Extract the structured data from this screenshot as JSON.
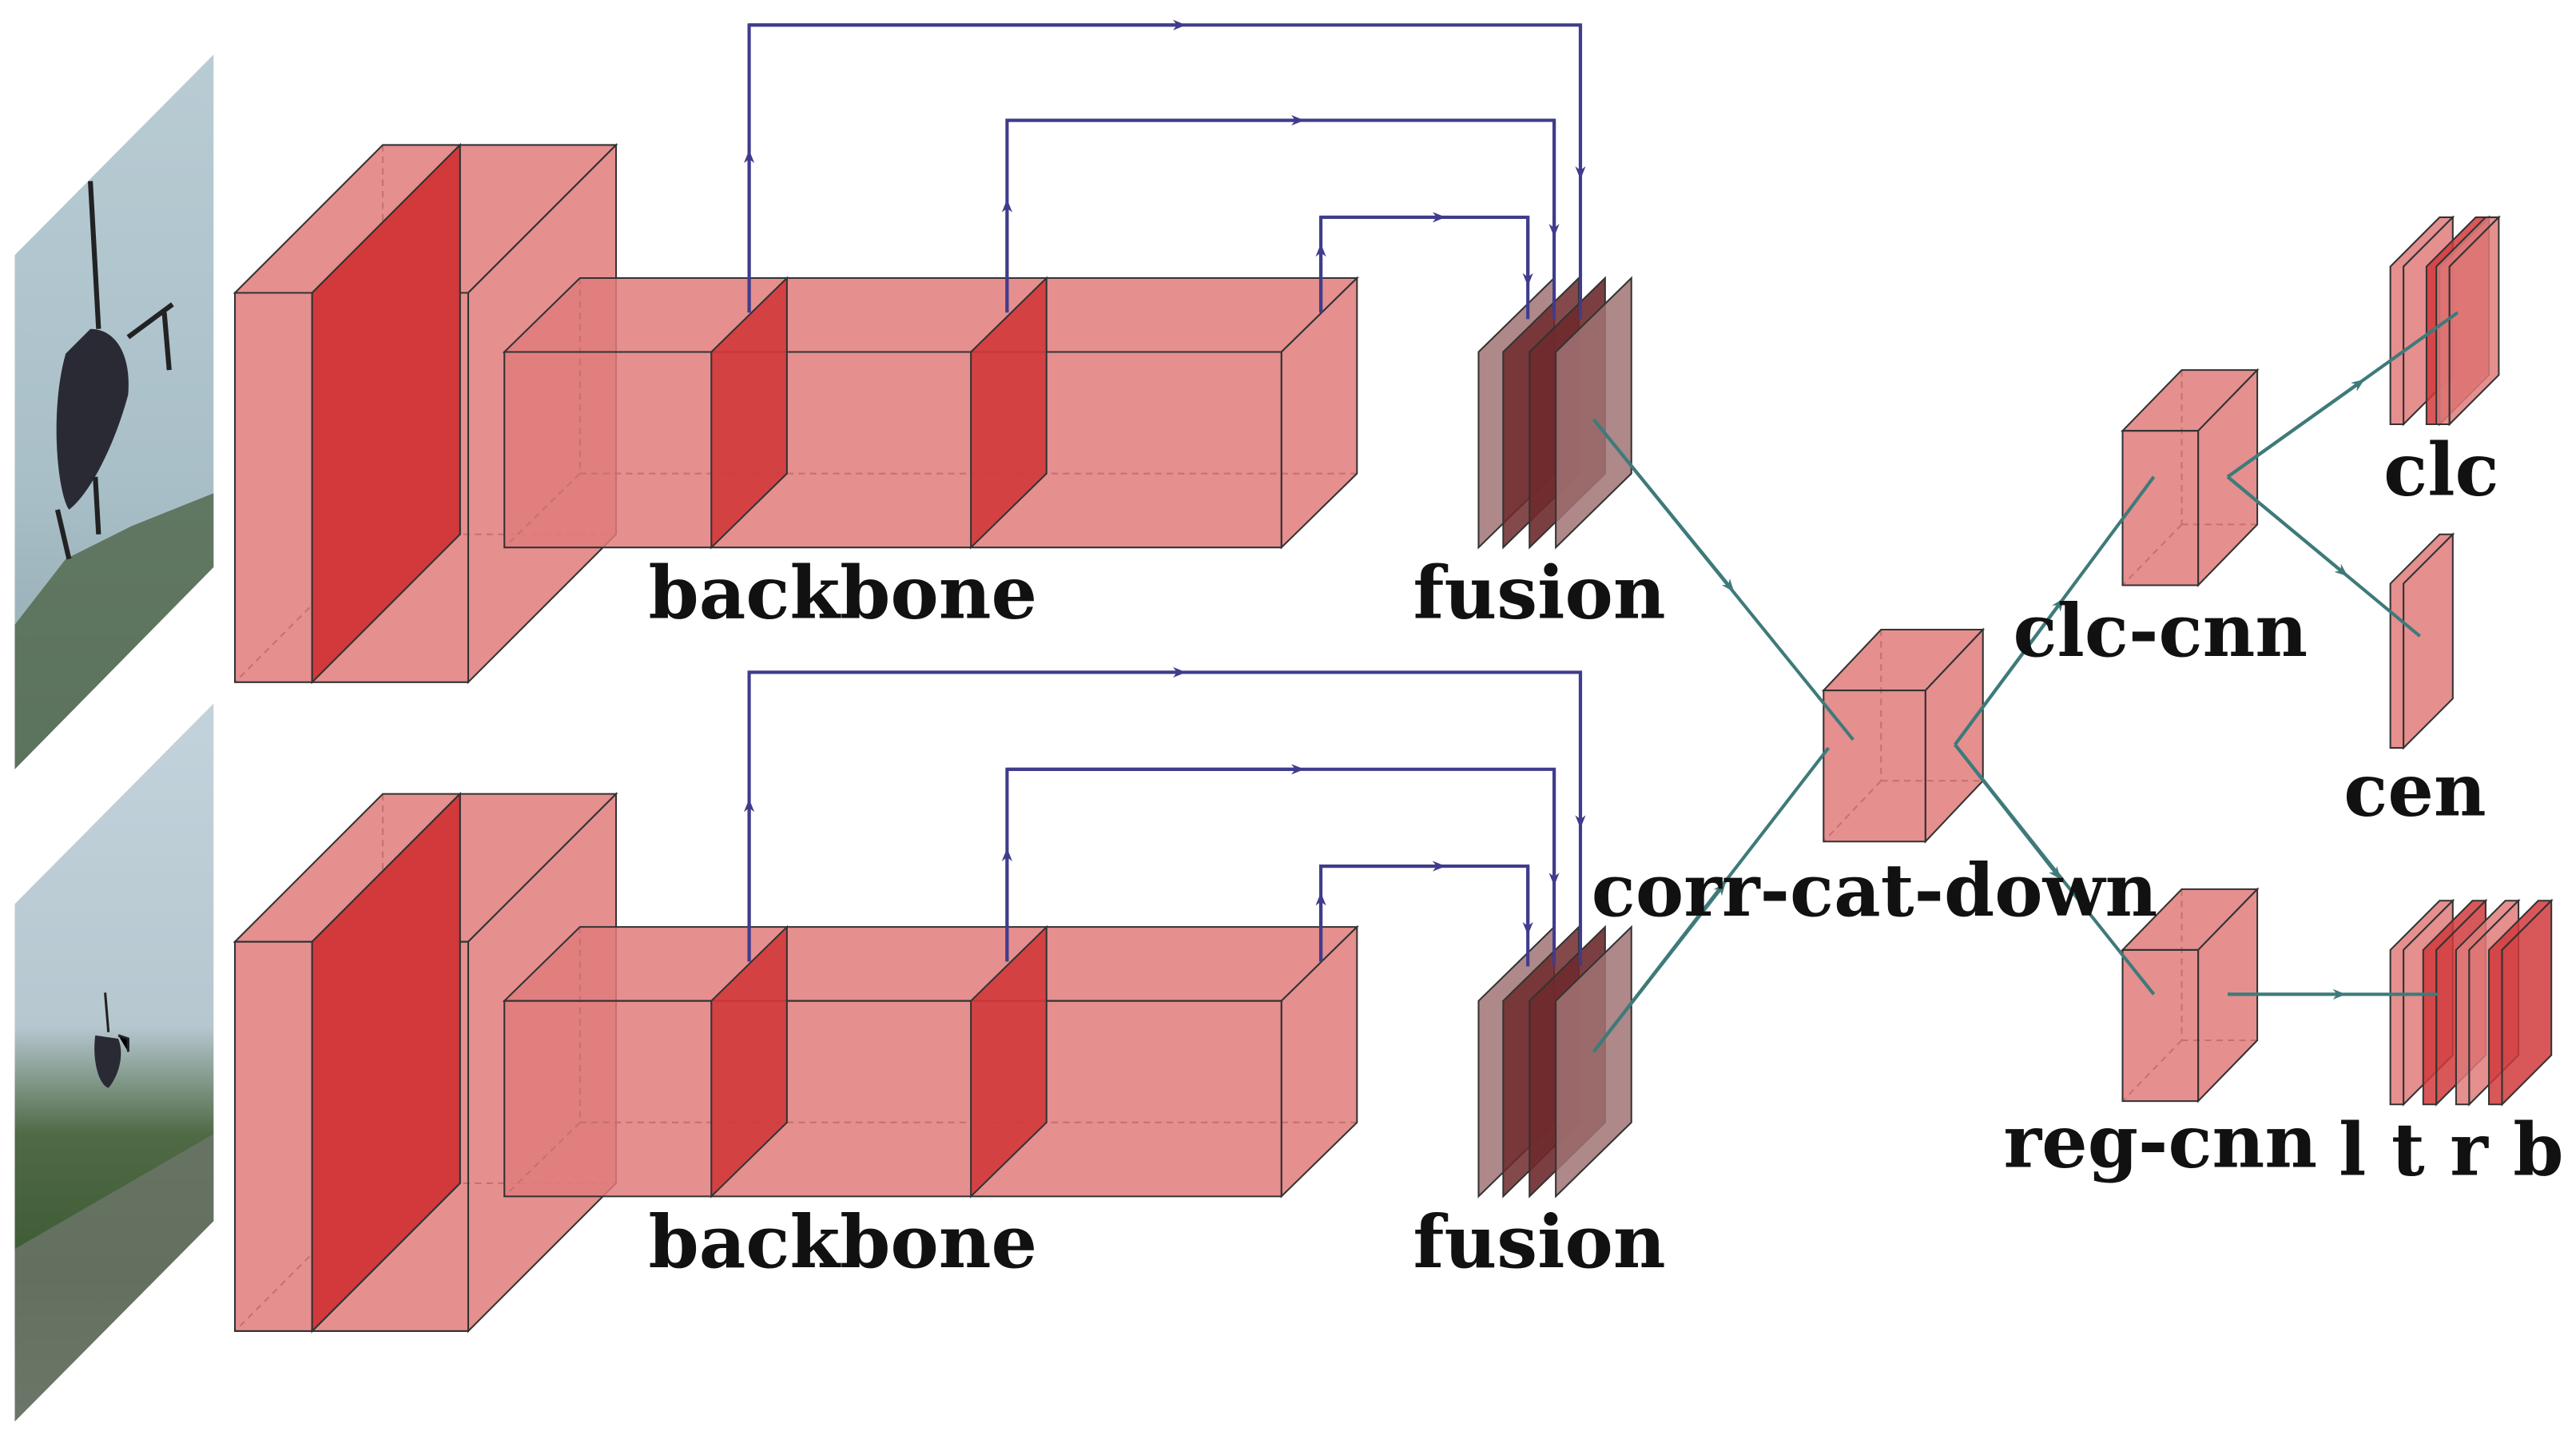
{
  "labels": {
    "backbone_top": "backbone",
    "fusion_top": "fusion",
    "backbone_bottom": "backbone",
    "fusion_bottom": "fusion",
    "corr_cat_down": "corr-cat-down",
    "clc_cnn": "clc-cnn",
    "reg_cnn": "reg-cnn",
    "clc": "clc",
    "cen": "cen",
    "ltrb": "l t r b"
  },
  "colors": {
    "block_fill": "#e17b7b",
    "block_slice": "#d1393b",
    "fusion_fill": "#6e2a2c",
    "fusion_light": "#a17374",
    "skip_arrow": "#3f3c8c",
    "flow_arrow": "#3f7a7a",
    "edge": "#333333"
  }
}
